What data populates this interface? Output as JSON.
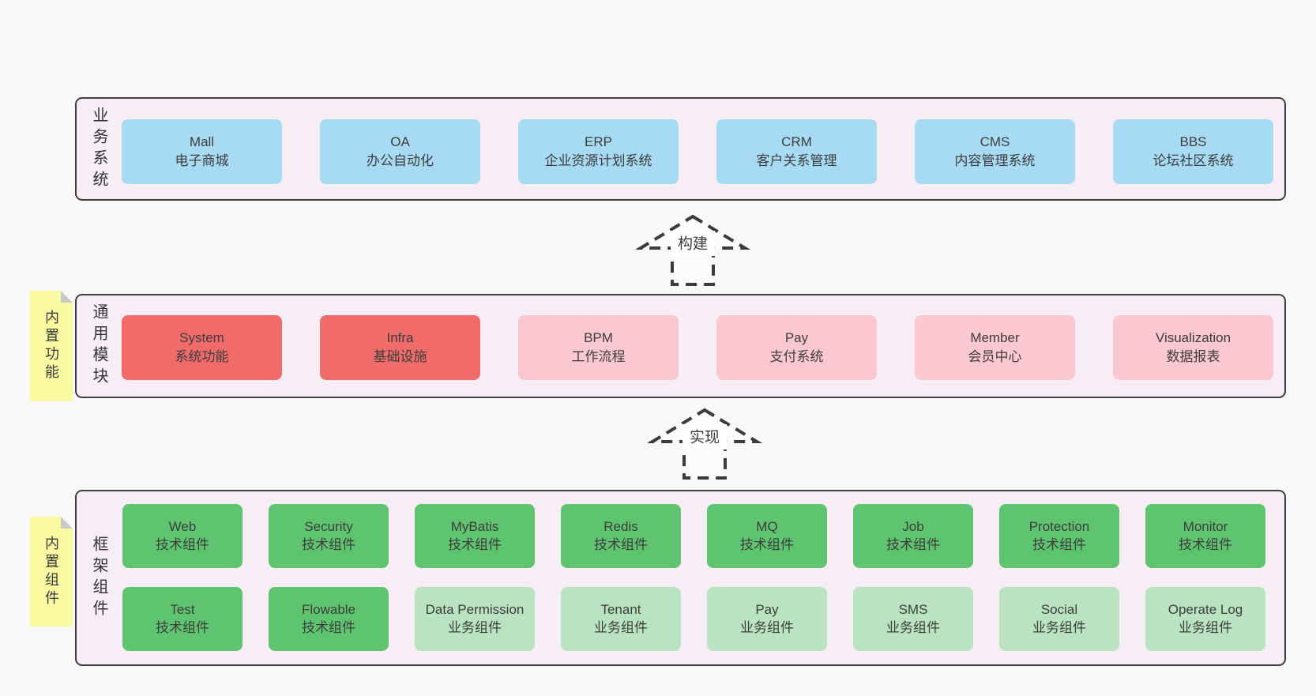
{
  "colors": {
    "page_bg": "#f8f8f8",
    "band_bg": "#f7edf4",
    "band_border": "#3f3f3f",
    "blue_box": "#a7daf3",
    "red_box": "#f16b6b",
    "pink_box": "#fbc7d1",
    "green_box": "#5fc470",
    "light_green_box": "#bae4c1",
    "sticky_note": "#fbf9a2",
    "sticky_fold": "#c9c9c9",
    "text": "#3d3d3d"
  },
  "bands": [
    {
      "label": "业务系统",
      "boxes": [
        {
          "name": "Mall",
          "desc": "电子商城"
        },
        {
          "name": "OA",
          "desc": "办公自动化"
        },
        {
          "name": "ERP",
          "desc": "企业资源计划系统"
        },
        {
          "name": "CRM",
          "desc": "客户关系管理"
        },
        {
          "name": "CMS",
          "desc": "内容管理系统"
        },
        {
          "name": "BBS",
          "desc": "论坛社区系统"
        }
      ]
    },
    {
      "label": "通用模块",
      "note": "内置功能",
      "boxes": [
        {
          "name": "System",
          "desc": "系统功能"
        },
        {
          "name": "Infra",
          "desc": "基础设施"
        },
        {
          "name": "BPM",
          "desc": "工作流程"
        },
        {
          "name": "Pay",
          "desc": "支付系统"
        },
        {
          "name": "Member",
          "desc": "会员中心"
        },
        {
          "name": "Visualization",
          "desc": "数据报表"
        }
      ]
    },
    {
      "label": "框架组件",
      "note": "内置组件",
      "rows": [
        [
          {
            "name": "Web",
            "desc": "技术组件"
          },
          {
            "name": "Security",
            "desc": "技术组件"
          },
          {
            "name": "MyBatis",
            "desc": "技术组件"
          },
          {
            "name": "Redis",
            "desc": "技术组件"
          },
          {
            "name": "MQ",
            "desc": "技术组件"
          },
          {
            "name": "Job",
            "desc": "技术组件"
          },
          {
            "name": "Protection",
            "desc": "技术组件"
          },
          {
            "name": "Monitor",
            "desc": "技术组件"
          }
        ],
        [
          {
            "name": "Test",
            "desc": "技术组件"
          },
          {
            "name": "Flowable",
            "desc": "技术组件"
          },
          {
            "name": "Data Permission",
            "desc": "业务组件"
          },
          {
            "name": "Tenant",
            "desc": "业务组件"
          },
          {
            "name": "Pay",
            "desc": "业务组件"
          },
          {
            "name": "SMS",
            "desc": "业务组件"
          },
          {
            "name": "Social",
            "desc": "业务组件"
          },
          {
            "name": "Operate Log",
            "desc": "业务组件"
          }
        ]
      ]
    }
  ],
  "arrows": [
    {
      "label": "构建"
    },
    {
      "label": "实现"
    }
  ]
}
